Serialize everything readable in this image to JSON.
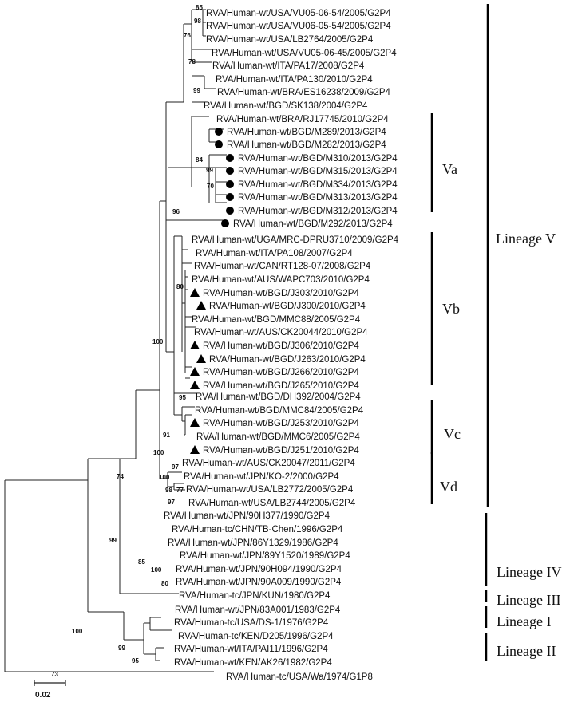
{
  "tree": {
    "leaves": [
      {
        "label": "RVA/Human-wt/USA/VU05-06-54/2005/G2P4",
        "marker": ""
      },
      {
        "label": "RVA/Human-wt/USA/VU06-05-54/2005/G2P4",
        "marker": ""
      },
      {
        "label": "RVA/Human-wt/USA/LB2764/2005/G2P4",
        "marker": ""
      },
      {
        "label": "RVA/Human-wt/USA/VU05-06-45/2005/G2P4",
        "marker": ""
      },
      {
        "label": "RVA/Human-wt/ITA/PA17/2008/G2P4",
        "marker": ""
      },
      {
        "label": "RVA/Human-wt/ITA/PA130/2010/G2P4",
        "marker": ""
      },
      {
        "label": "RVA/Human-wt/BRA/ES16238/2009/G2P4",
        "marker": ""
      },
      {
        "label": "RVA/Human-wt/BGD/SK138/2004/G2P4",
        "marker": ""
      },
      {
        "label": "RVA/Human-wt/BRA/RJ17745/2010/G2P4",
        "marker": ""
      },
      {
        "label": "RVA/Human-wt/BGD/M289/2013/G2P4",
        "marker": "circle"
      },
      {
        "label": "RVA/Human-wt/BGD/M282/2013/G2P4",
        "marker": "circle"
      },
      {
        "label": "RVA/Human-wt/BGD/M310/2013/G2P4",
        "marker": "circle"
      },
      {
        "label": "RVA/Human-wt/BGD/M315/2013/G2P4",
        "marker": "circle"
      },
      {
        "label": "RVA/Human-wt/BGD/M334/2013/G2P4",
        "marker": "circle"
      },
      {
        "label": "RVA/Human-wt/BGD/M313/2013/G2P4",
        "marker": "circle"
      },
      {
        "label": "RVA/Human-wt/BGD/M312/2013/G2P4",
        "marker": "circle"
      },
      {
        "label": "RVA/Human-wt/BGD/M292/2013/G2P4",
        "marker": "circle"
      },
      {
        "label": "RVA/Human-wt/UGA/MRC-DPRU3710/2009/G2P4",
        "marker": ""
      },
      {
        "label": "RVA/Human-wt/ITA/PA108/2007/G2P4",
        "marker": ""
      },
      {
        "label": "RVA/Human-wt/CAN/RT128-07/2008/G2P4",
        "marker": ""
      },
      {
        "label": "RVA/Human-wt/AUS/WAPC703/2010/G2P4",
        "marker": ""
      },
      {
        "label": "RVA/Human-wt/BGD/J303/2010/G2P4",
        "marker": "triangle"
      },
      {
        "label": "RVA/Human-wt/BGD/J300/2010/G2P4",
        "marker": "triangle"
      },
      {
        "label": "RVA/Human-wt/BGD/MMC88/2005/G2P4",
        "marker": ""
      },
      {
        "label": "RVA/Human-wt/AUS/CK20044/2010/G2P4",
        "marker": ""
      },
      {
        "label": "RVA/Human-wt/BGD/J306/2010/G2P4",
        "marker": "triangle"
      },
      {
        "label": "RVA/Human-wt/BGD/J263/2010/G2P4",
        "marker": "triangle"
      },
      {
        "label": "RVA/Human-wt/BGD/J266/2010/G2P4",
        "marker": "triangle"
      },
      {
        "label": "RVA/Human-wt/BGD/J265/2010/G2P4",
        "marker": "triangle"
      },
      {
        "label": "RVA/Human-wt/BGD/DH392/2004/G2P4",
        "marker": ""
      },
      {
        "label": "RVA/Human-wt/BGD/MMC84/2005/G2P4",
        "marker": ""
      },
      {
        "label": "RVA/Human-wt/BGD/J253/2010/G2P4",
        "marker": "triangle"
      },
      {
        "label": "RVA/Human-wt/BGD/MMC6/2005/G2P4",
        "marker": ""
      },
      {
        "label": "RVA/Human-wt/BGD/J251/2010/G2P4",
        "marker": "triangle"
      },
      {
        "label": "RVA/Human-wt/AUS/CK20047/2011/G2P4",
        "marker": ""
      },
      {
        "label": "RVA/Human-wt/JPN/KO-2/2000/G2P4",
        "marker": ""
      },
      {
        "label": "RVA/Human-wt/USA/LB2772/2005/G2P4",
        "marker": ""
      },
      {
        "label": "RVA/Human-wt/USA/LB2744/2005/G2P4",
        "marker": ""
      },
      {
        "label": "RVA/Human-wt/JPN/90H377/1990/G2P4",
        "marker": ""
      },
      {
        "label": "RVA/Human-tc/CHN/TB-Chen/1996/G2P4",
        "marker": ""
      },
      {
        "label": "RVA/Human-wt/JPN/86Y1329/1986/G2P4",
        "marker": ""
      },
      {
        "label": "RVA/Human-wt/JPN/89Y1520/1989/G2P4",
        "marker": ""
      },
      {
        "label": "RVA/Human-wt/JPN/90H094/1990/G2P4",
        "marker": ""
      },
      {
        "label": "RVA/Human-wt/JPN/90A009/1990/G2P4",
        "marker": ""
      },
      {
        "label": "RVA/Human-tc/JPN/KUN/1980/G2P4",
        "marker": ""
      },
      {
        "label": "RVA/Human-wt/JPN/83A001/1983/G2P4",
        "marker": ""
      },
      {
        "label": "RVA/Human-tc/USA/DS-1/1976/G2P4",
        "marker": ""
      },
      {
        "label": "RVA/Human-tc/KEN/D205/1996/G2P4",
        "marker": ""
      },
      {
        "label": "RVA/Human-wt/ITA/PAI11/1996/G2P4",
        "marker": ""
      },
      {
        "label": "RVA/Human-wt/KEN/AK26/1982/G2P4",
        "marker": ""
      },
      {
        "label": "RVA/Human-tc/USA/Wa/1974/G1P8",
        "marker": ""
      }
    ],
    "bootstrap": [
      "85",
      "98",
      "76",
      "78",
      "99",
      "84",
      "99",
      "70",
      "96",
      "80",
      "100",
      "95",
      "100",
      "91",
      "97",
      "77",
      "74",
      "100",
      "98",
      "97",
      "99",
      "85",
      "100",
      "80",
      "100",
      "73",
      "99",
      "95"
    ],
    "groups": [
      {
        "label": "Lineage V"
      },
      {
        "label": "Va"
      },
      {
        "label": "Vb"
      },
      {
        "label": "Vc"
      },
      {
        "label": "Vd"
      },
      {
        "label": "Lineage IV"
      },
      {
        "label": "Lineage III"
      },
      {
        "label": "Lineage I"
      },
      {
        "label": "Lineage II"
      }
    ],
    "scale_bar": {
      "label": "0.02",
      "value": 0.02
    }
  }
}
